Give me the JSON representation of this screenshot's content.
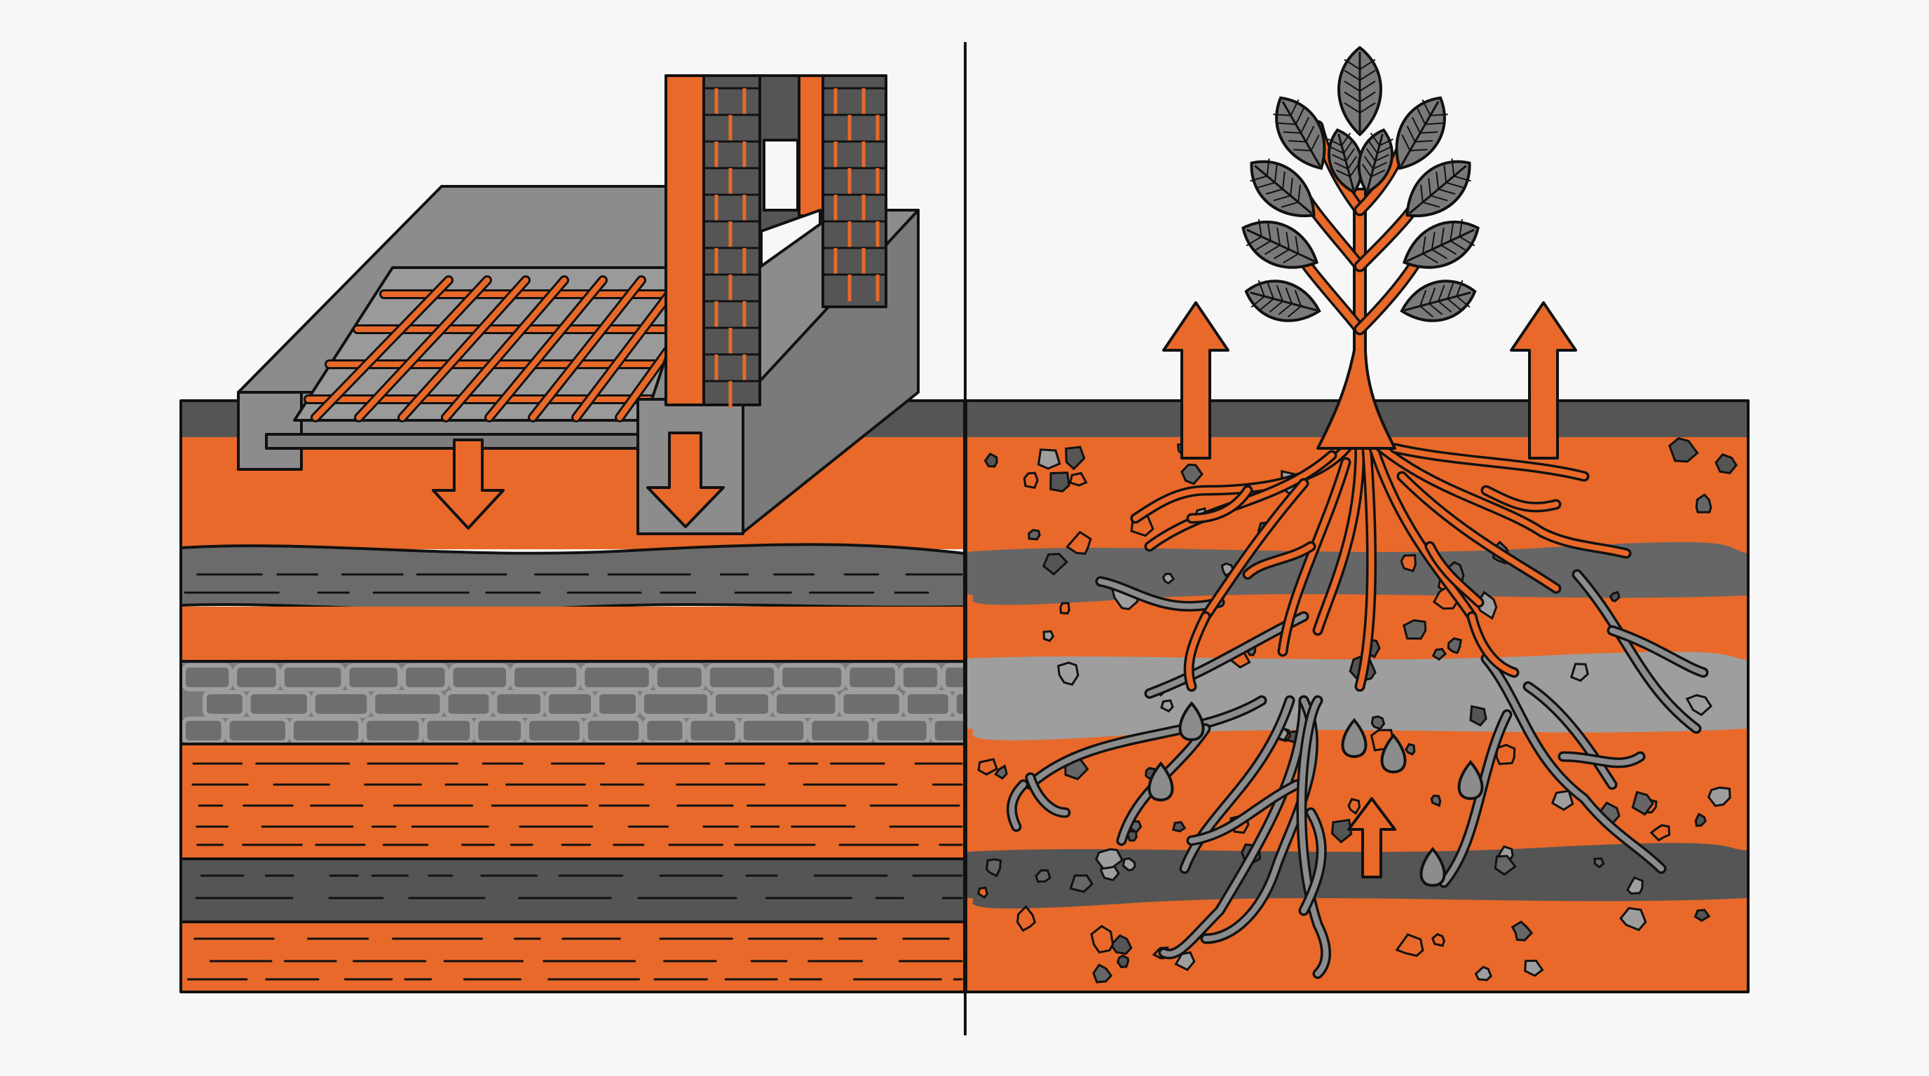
{
  "colors": {
    "background": "#f7f7f7",
    "orange": "#e8692a",
    "dark_grey": "#555555",
    "mid_grey": "#7a7a7a",
    "light_grey": "#9e9e9e",
    "concrete": "#8c8c8c",
    "outline": "#111111"
  },
  "left_panel": {
    "subject": "foundation-slab-and-wall",
    "arrows": [
      "down-arrow",
      "down-arrow"
    ]
  },
  "right_panel": {
    "subject": "tree-roots-in-soil",
    "arrows": [
      "up-arrow",
      "up-arrow",
      "up-arrow"
    ]
  }
}
